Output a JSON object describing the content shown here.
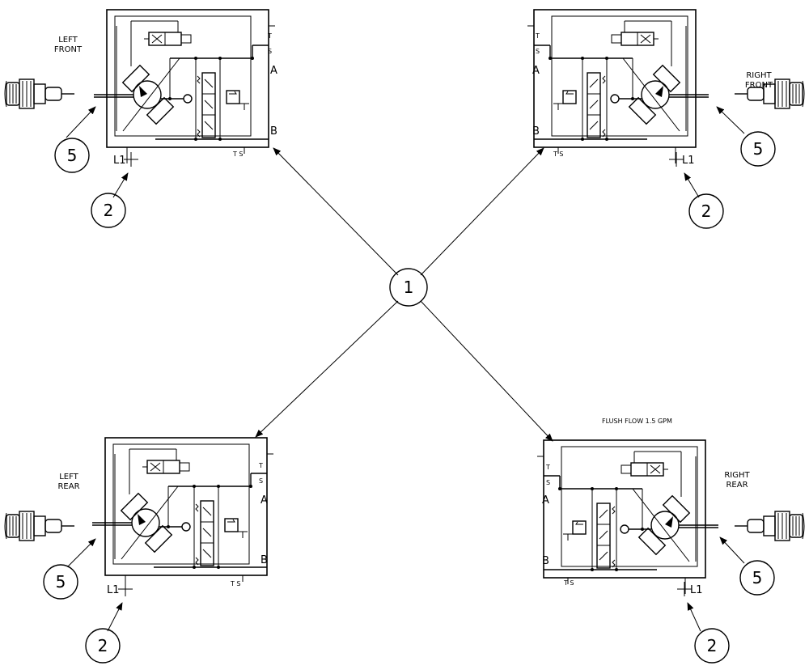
{
  "hub_callout": "1",
  "units": [
    {
      "id": "left-front",
      "name_lines": [
        "LEFT",
        "FRONT"
      ],
      "port_a": "A",
      "port_b": "B",
      "top_t": "T",
      "top_s": "S",
      "bottom_ts": "T S",
      "drain_label": "L1",
      "motor_callout": "5",
      "drain_callout": "2"
    },
    {
      "id": "right-front",
      "name_lines": [
        "RIGHT",
        "FRONT"
      ],
      "port_a": "A",
      "port_b": "B",
      "top_t": "T",
      "top_s": "S",
      "bottom_ts": "T S",
      "drain_label": "L1",
      "motor_callout": "5",
      "drain_callout": "2"
    },
    {
      "id": "left-rear",
      "name_lines": [
        "LEFT",
        "REAR"
      ],
      "port_a": "A",
      "port_b": "B",
      "top_t": "T",
      "top_s": "S",
      "bottom_ts": "T S",
      "drain_label": "L1",
      "motor_callout": "5",
      "drain_callout": "2"
    },
    {
      "id": "right-rear",
      "name_lines": [
        "RIGHT",
        "REAR"
      ],
      "port_a": "A",
      "port_b": "B",
      "top_t": "T",
      "top_s": "S",
      "bottom_ts": "T S",
      "drain_label": "L1",
      "motor_callout": "5",
      "drain_callout": "2",
      "note": "FLUSH FLOW 1.5 GPM"
    }
  ]
}
